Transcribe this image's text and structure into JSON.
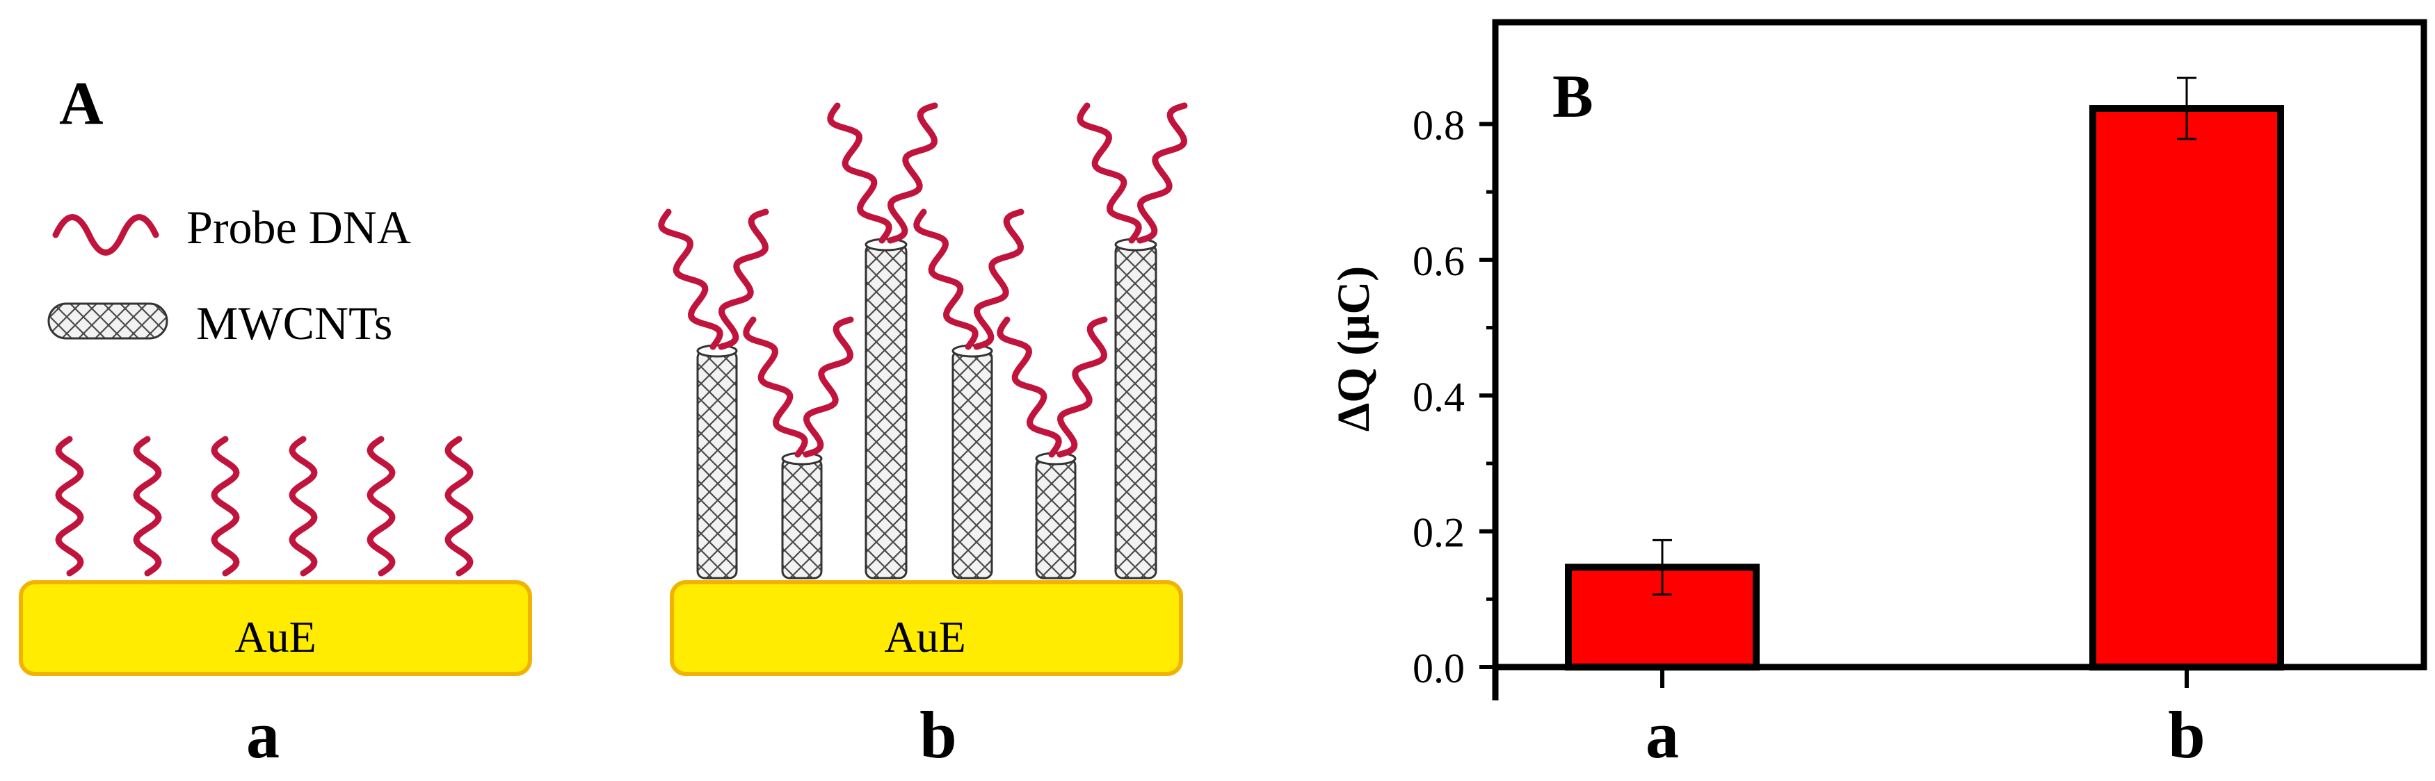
{
  "panel_a": {
    "letter": "A",
    "legend": {
      "probe_label": "Probe DNA",
      "cnt_label": "MWCNTs"
    },
    "electrode_label": "AuE",
    "sub_labels": [
      "a",
      "b"
    ],
    "colors": {
      "dna": "#c0143c",
      "electrode_fill": "#ffec00",
      "electrode_border": "#f0b400",
      "nanotube": "#555555"
    }
  },
  "panel_b": {
    "letter": "B",
    "category_labels": [
      "a",
      "b"
    ],
    "colors": {
      "bar": "#ff0000",
      "axis": "#000000"
    }
  },
  "chart_data": {
    "type": "bar",
    "categories": [
      "a",
      "b"
    ],
    "values": [
      0.147,
      0.823
    ],
    "errors": [
      0.04,
      0.045
    ],
    "ylabel": "ΔQ (μC)",
    "xlabel": "",
    "ylim": [
      0,
      0.95
    ],
    "yticks": [
      "0.0",
      "0.2",
      "0.4",
      "0.6",
      "0.8"
    ],
    "grid": false,
    "legend": false
  }
}
